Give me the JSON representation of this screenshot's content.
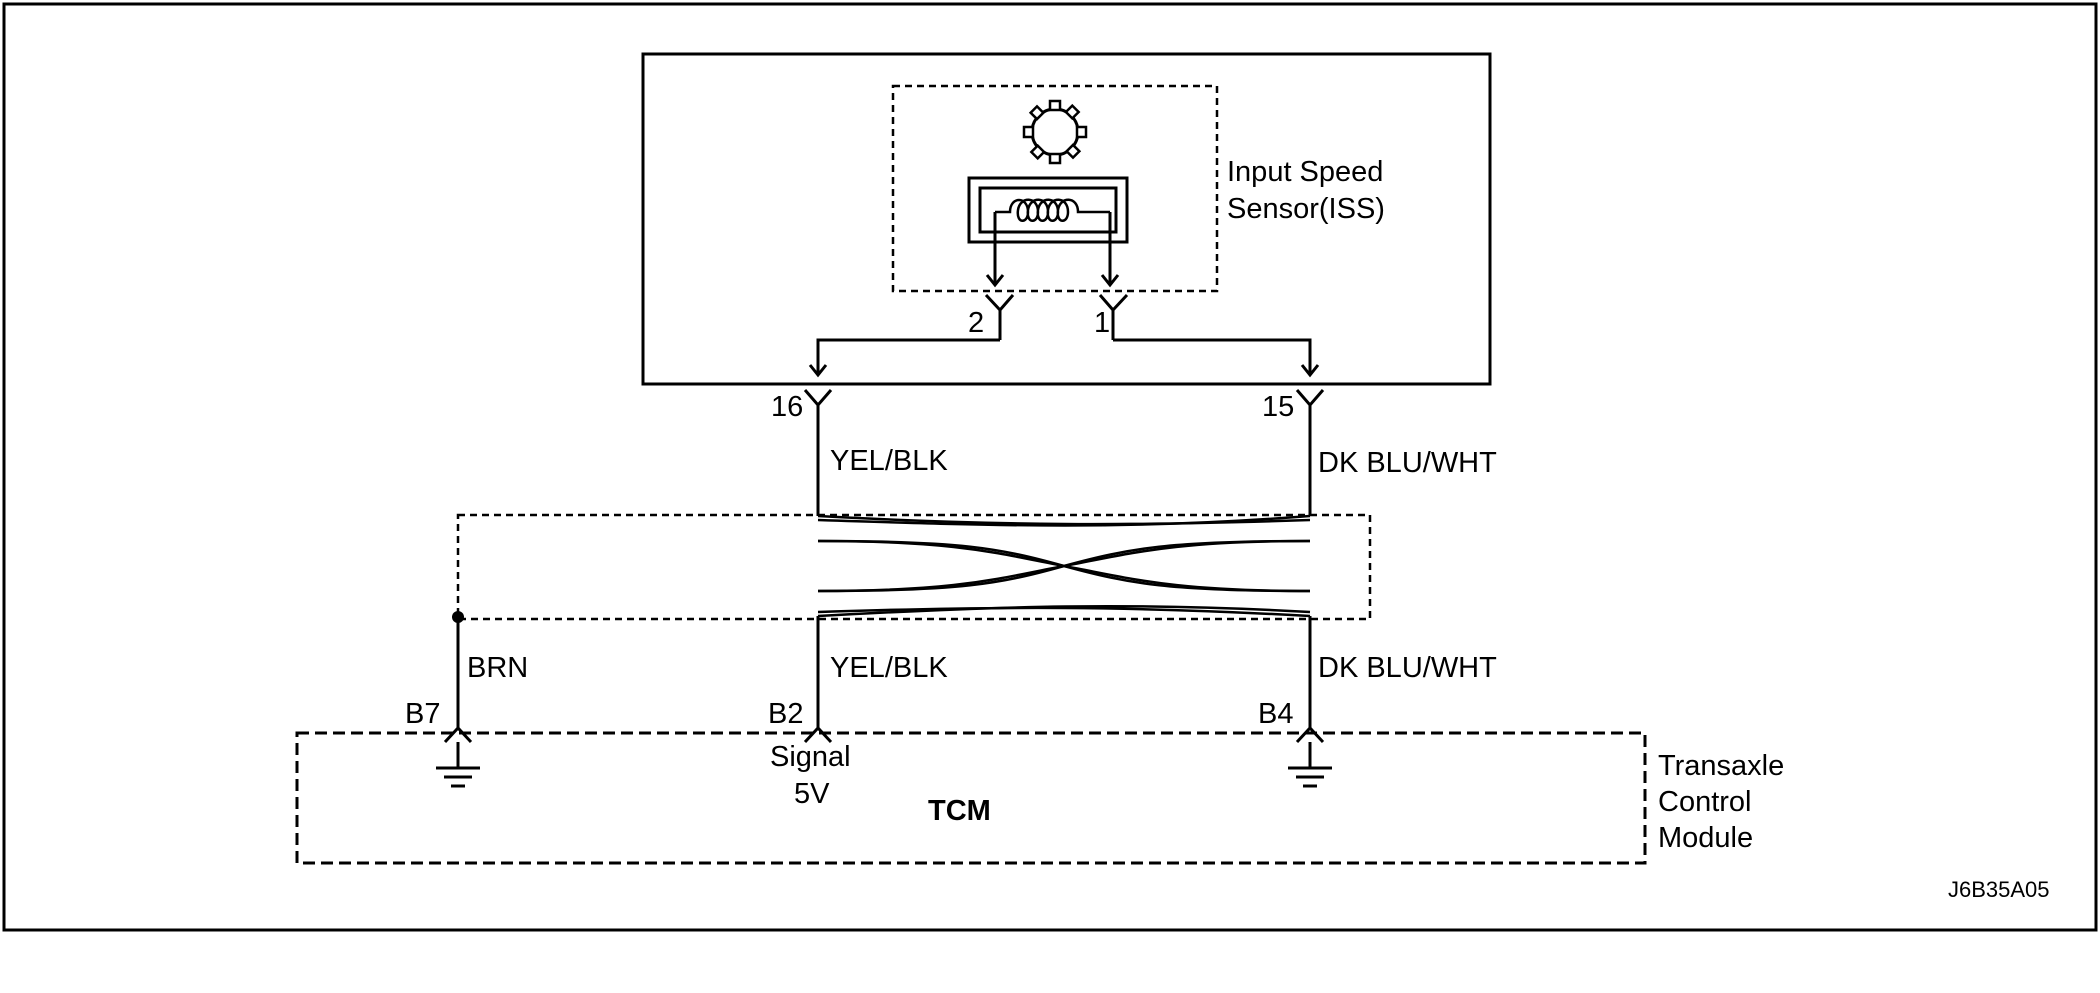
{
  "sensor": {
    "name_line1": "Input Speed",
    "name_line2": "Sensor(ISS)",
    "pin_2": "2",
    "pin_1": "1"
  },
  "connector": {
    "pin_16": "16",
    "pin_15": "15"
  },
  "wires": {
    "left_upper": "YEL/BLK",
    "right_upper": "DK BLU/WHT",
    "shield": "BRN",
    "left_lower": "YEL/BLK",
    "right_lower": "DK BLU/WHT"
  },
  "tcm": {
    "pin_b7": "B7",
    "pin_b2": "B2",
    "pin_b4": "B4",
    "signal_line1": "Signal",
    "signal_line2": "5V",
    "title": "TCM",
    "name_line1": "Transaxle",
    "name_line2": "Control",
    "name_line3": "Module"
  },
  "figure_id": "J6B35A05"
}
